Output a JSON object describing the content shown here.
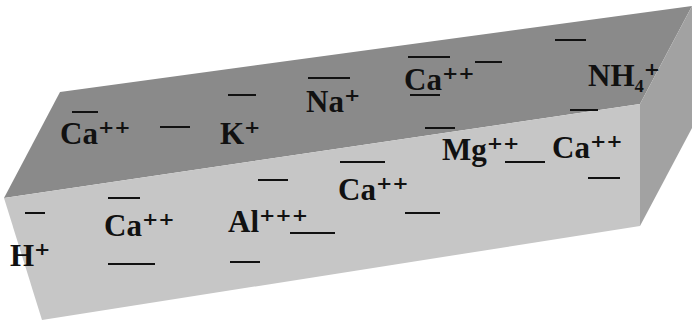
{
  "diagram": {
    "labels": [
      "Ca⁺⁺",
      "K⁺",
      "Na⁺",
      "Ca⁺⁺",
      "NH₄⁺",
      "Mg⁺⁺",
      "Ca⁺⁺",
      "Ca⁺⁺",
      "H⁺",
      "Ca⁺⁺",
      "Al⁺⁺⁺"
    ]
  }
}
